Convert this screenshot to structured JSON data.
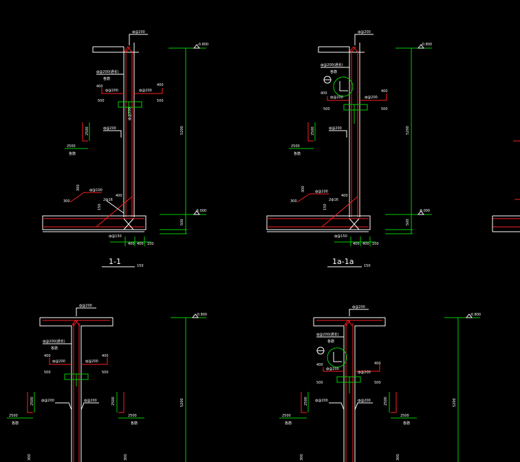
{
  "palette": {
    "background": "#000000",
    "wall": "#ffffff",
    "rebar": "#ff2020",
    "dimension": "#00d000",
    "text": "#ffffff"
  },
  "sections": {
    "s1": {
      "title": "1-1",
      "scale": "150",
      "top_rebar": "ф@200",
      "dist_bar": "ф@200(通长)",
      "dist_bar_note": "各筋",
      "left_top_dim": "400",
      "right_top_dim": "400",
      "left_bar": "ф@200",
      "right_bar": "ф@200",
      "left_low_dim": "500",
      "right_low_dim": "500",
      "wall_bar": "ф@200",
      "ext_dim": "2500",
      "ext_note": "各筋",
      "ext_vert": "2500",
      "haunch_bar": "ф@100",
      "haunch_note": "2ф16",
      "haunch_dim": "300",
      "haunch_dim2": "400",
      "haunch_dim3": "150",
      "bottom_bar": "ф@150",
      "bottom_dims": [
        "400",
        "400",
        "100"
      ],
      "level_top": "-0.800",
      "level_bottom": "-6.000",
      "height_dim": "5200",
      "slab_dim": "500"
    },
    "s1a": {
      "title": "1a-1a",
      "scale": "150",
      "top_rebar": "ф@200",
      "dist_bar": "ф@200(通长)",
      "dist_bar_note": "各筋",
      "left_top_dim": "400",
      "right_top_dim": "400",
      "left_bar": "ф@200",
      "right_bar": "ф@200",
      "left_low_dim": "500",
      "right_low_dim": "500",
      "wall_bar": "ф@200",
      "ext_dim": "2500",
      "ext_note": "各筋",
      "ext_vert": "2500",
      "haunch_bar": "ф@100",
      "haunch_note": "2ф16",
      "haunch_dim": "300",
      "haunch_dim2": "400",
      "haunch_dim3": "150",
      "bottom_bar": "ф@150",
      "bottom_dims": [
        "400",
        "400",
        "100"
      ],
      "level_top": "-0.800",
      "level_bottom": "-6.000",
      "height_dim": "5200",
      "slab_dim": "500"
    },
    "s2": {
      "top_rebar": "ф@200",
      "dist_bar": "ф@200(通长)",
      "dist_bar_note": "各筋",
      "left_top_dim": "400",
      "right_top_dim": "400",
      "left_bar": "ф@200",
      "right_bar": "ф@200",
      "left_low_dim": "500",
      "right_low_dim": "500",
      "wall_bar": "ф@200",
      "wall_bar_r": "ф@200",
      "ext_dim_l": "2500",
      "ext_dim_r": "2500",
      "ext_note_l": "各筋",
      "ext_note_r": "各筋",
      "level_top": "-0.800",
      "height_dim": "5200"
    },
    "s3": {
      "top_rebar": "ф@200",
      "dist_bar": "ф@200(通长)",
      "dist_bar_note": "各筋",
      "left_top_dim": "400",
      "right_top_dim": "400",
      "left_bar": "ф@200",
      "right_bar": "ф@200",
      "left_low_dim": "500",
      "right_low_dim": "500",
      "wall_bar": "ф@200",
      "wall_bar_r": "ф@200",
      "ext_dim_l": "2500",
      "ext_dim_r": "2500",
      "ext_note_l": "各筋",
      "ext_note_r": "各筋",
      "level_top": "-0.800",
      "height_dim": "5200"
    }
  }
}
